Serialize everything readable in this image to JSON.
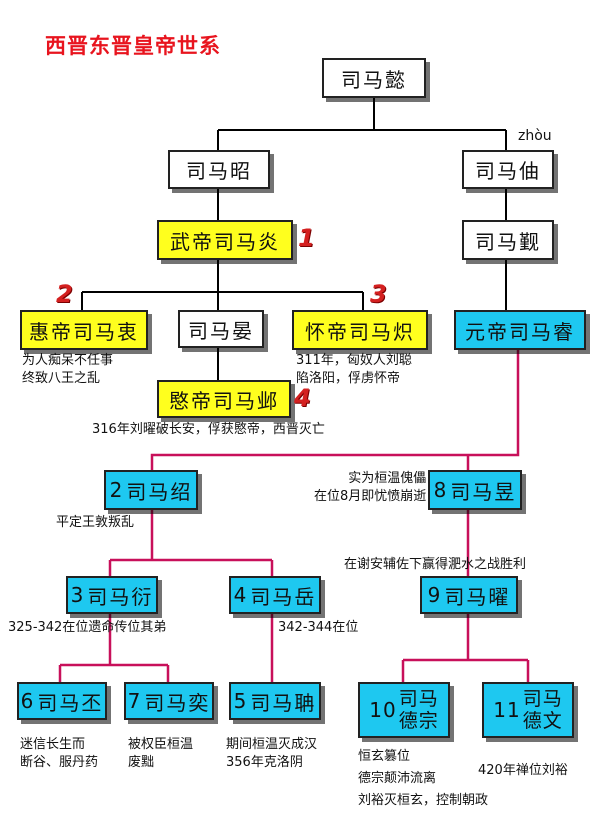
{
  "title": "西晋东晋皇帝世系",
  "colors": {
    "title": "#e8141e",
    "white_box": "#ffffff",
    "yellow_box": "#ffff1e",
    "blue_box": "#1ec8f0",
    "line_black": "#000000",
    "line_red": "#e0003a",
    "line_magenta": "#c8105a",
    "rank_red": "#d42020"
  },
  "pinyin": "zhòu",
  "nodes": {
    "sima_yi": "司马懿",
    "sima_zhao": "司马昭",
    "sima_zhou": "司马伷",
    "wudi": "武帝司马炎",
    "sima_jin": "司马觐",
    "huidi": "惠帝司马衷",
    "sima_yan2": "司马晏",
    "huaidi": "怀帝司马炽",
    "yuandi": "元帝司马睿",
    "mindi": "愍帝司马邺",
    "n2": {
      "num": "2",
      "name": "司马绍"
    },
    "n8": {
      "num": "8",
      "name": "司马昱"
    },
    "n3": {
      "num": "3",
      "name": "司马衍"
    },
    "n4": {
      "num": "4",
      "name": "司马岳"
    },
    "n9": {
      "num": "9",
      "name": "司马曜"
    },
    "n6": {
      "num": "6",
      "name": "司马丕"
    },
    "n7": {
      "num": "7",
      "name": "司马奕"
    },
    "n5": {
      "num": "5",
      "name": "司马聃"
    },
    "n10": {
      "num": "10",
      "line1": "司马",
      "line2": "德宗"
    },
    "n11": {
      "num": "11",
      "line1": "司马",
      "line2": "德文"
    }
  },
  "ranks": {
    "wudi": "1",
    "huidi": "2",
    "huaidi": "3",
    "mindi": "4"
  },
  "notes": {
    "huidi_1": "为人痴呆不任事",
    "huidi_2": "终致八王之乱",
    "huaidi_1": "311年，匈奴人刘聪",
    "huaidi_2": "陷洛阳，俘虏怀帝",
    "mindi": "316年刘曜破长安，俘获愍帝，西晋灭亡",
    "n8_1": "实为桓温傀儡",
    "n8_2": "在位8月即忧愤崩逝",
    "n2": "平定王敦叛乱",
    "n9": "在谢安辅佐下赢得淝水之战胜利",
    "n3": "325-342在位遗命传位其弟",
    "n4": "342-344在位",
    "n6_1": "迷信长生而",
    "n6_2": "断谷、服丹药",
    "n7_1": "被权臣桓温",
    "n7_2": "废黜",
    "n5_1": "期间桓温灭成汉",
    "n5_2": "356年克洛阴",
    "n10_1": "恒玄篡位",
    "n10_2": "德宗颠沛流离",
    "n10_3": "刘裕灭桓玄，控制朝政",
    "n11": "420年禅位刘裕"
  }
}
